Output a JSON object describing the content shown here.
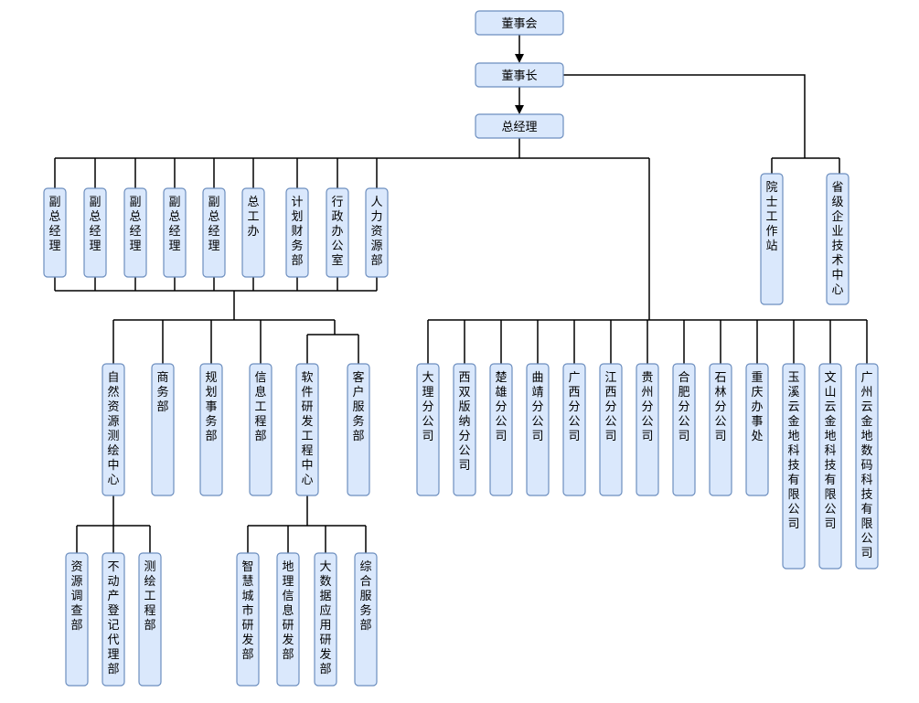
{
  "nodes": [
    {
      "id": "dongshihui",
      "label": "董事会"
    },
    {
      "id": "dongshizhang",
      "label": "董事长"
    },
    {
      "id": "zongjingli",
      "label": "总经理"
    },
    {
      "id": "fuzong1",
      "label": "副总经理"
    },
    {
      "id": "fuzong2",
      "label": "副总经理"
    },
    {
      "id": "fuzong3",
      "label": "副总经理"
    },
    {
      "id": "fuzong4",
      "label": "副总经理"
    },
    {
      "id": "fuzong5",
      "label": "副总经理"
    },
    {
      "id": "zonggongban",
      "label": "总工办"
    },
    {
      "id": "jihuacaiwu",
      "label": "计划财务部"
    },
    {
      "id": "xingzheng",
      "label": "行政办公室"
    },
    {
      "id": "renli",
      "label": "人力资源部"
    },
    {
      "id": "yuanshi",
      "label": "院士工作站"
    },
    {
      "id": "shengji",
      "label": "省级企业技术中心"
    },
    {
      "id": "ziran",
      "label": "自然资源测绘中心"
    },
    {
      "id": "shangwu",
      "label": "商务部"
    },
    {
      "id": "guihua",
      "label": "规划事务部"
    },
    {
      "id": "xinxi",
      "label": "信息工程部"
    },
    {
      "id": "ruanjian",
      "label": "软件研发工程中心"
    },
    {
      "id": "kehu",
      "label": "客户服务部"
    },
    {
      "id": "ziyuan",
      "label": "资源调查部"
    },
    {
      "id": "budongchan",
      "label": "不动产登记代理部"
    },
    {
      "id": "cehui",
      "label": "测绘工程部"
    },
    {
      "id": "zhihui",
      "label": "智慧城市研发部"
    },
    {
      "id": "dili",
      "label": "地理信息研发部"
    },
    {
      "id": "dashuju",
      "label": "大数据应用研发部"
    },
    {
      "id": "zonghe",
      "label": "综合服务部"
    },
    {
      "id": "dali",
      "label": "大理分公司"
    },
    {
      "id": "xishuang",
      "label": "西双版纳分公司"
    },
    {
      "id": "chuxiong",
      "label": "楚雄分公司"
    },
    {
      "id": "qujing",
      "label": "曲靖分公司"
    },
    {
      "id": "guangxi",
      "label": "广西分公司"
    },
    {
      "id": "jiangxi",
      "label": "江西分公司"
    },
    {
      "id": "guizhou",
      "label": "贵州分公司"
    },
    {
      "id": "hefei",
      "label": "合肥分公司"
    },
    {
      "id": "shilin",
      "label": "石林分公司"
    },
    {
      "id": "chongqing",
      "label": "重庆办事处"
    },
    {
      "id": "yuxi",
      "label": "玉溪云金地科技有限公司"
    },
    {
      "id": "wenshan",
      "label": "文山云金地科技有限公司"
    },
    {
      "id": "guangzhou",
      "label": "广州云金地数码科技有限公司"
    }
  ]
}
